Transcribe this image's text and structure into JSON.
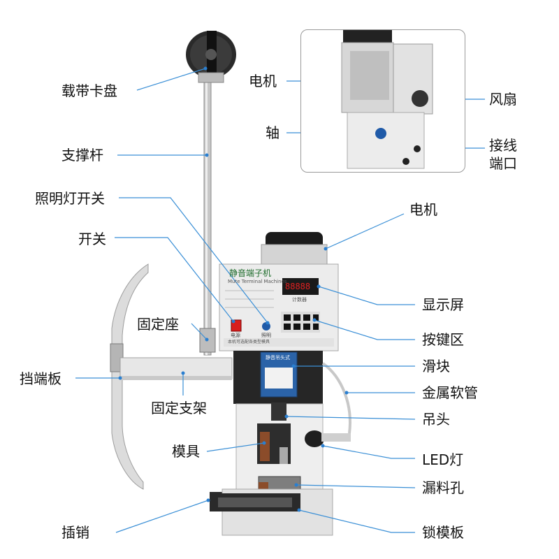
{
  "labels": {
    "tape_reel": "载带卡盘",
    "support_rod": "支撑杆",
    "light_switch": "照明灯开关",
    "switch": "开关",
    "fixed_seat": "固定座",
    "end_plate": "挡端板",
    "fixed_bracket": "固定支架",
    "mold": "模具",
    "pin": "插销",
    "motor": "电机",
    "display": "显示屏",
    "keypad": "按键区",
    "slider": "滑块",
    "metal_hose": "金属软管",
    "hanger_head": "吊头",
    "led_light": "LED灯",
    "drain_hole": "漏料孔",
    "lock_plate": "锁模板"
  },
  "inset_labels": {
    "motor": "电机",
    "shaft": "轴",
    "fan": "风扇",
    "port_line1": "接线",
    "port_line2": "端口"
  },
  "machine": {
    "brand_cn": "静音端子机",
    "brand_en": "Mute Terminal Machines",
    "display_value": "88888",
    "display_caption": "计数器",
    "power_label": "电源",
    "light_label": "照明",
    "slider_plate_title": "静音吊头式",
    "footer_note": "本机可选配各类型模具"
  },
  "colors": {
    "leader_line": "#3a8fd6",
    "display_digits": "#e02020",
    "power_switch": "#d81e1e",
    "machine_body": "#e9e9e9",
    "slider_plate": "#2b63a8"
  }
}
